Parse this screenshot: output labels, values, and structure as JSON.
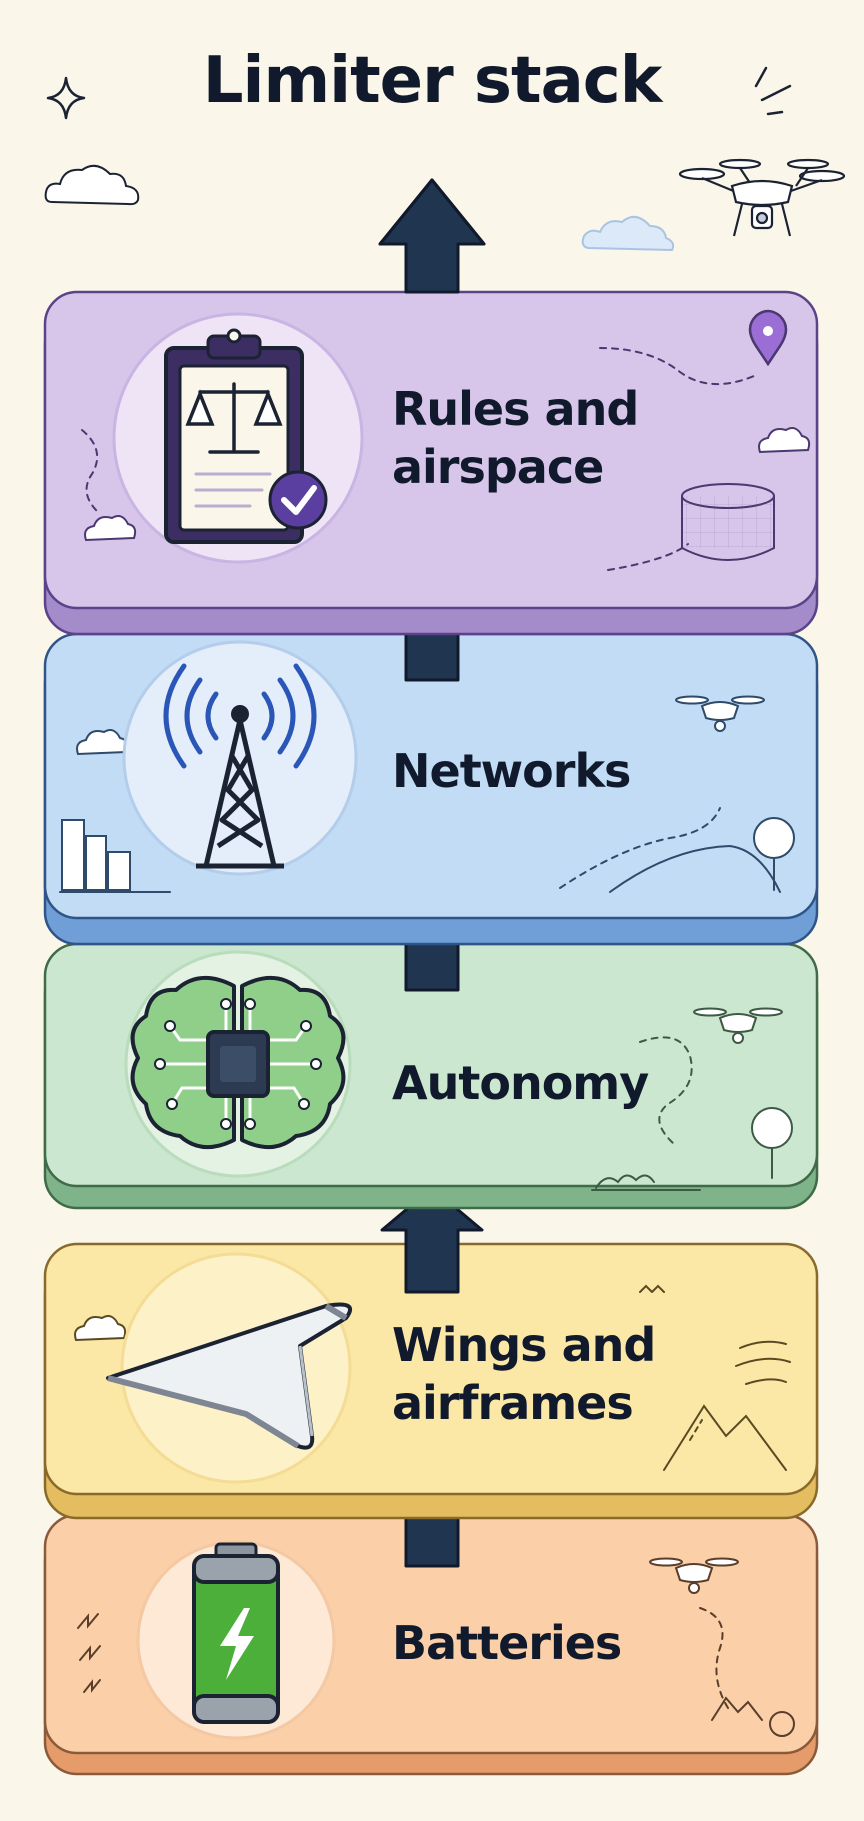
{
  "title": "Limiter stack",
  "layers": [
    {
      "label": "Rules and\nairspace",
      "icon": "clipboard-scales-icon",
      "color": "#d7c6ea",
      "edge": "#a48bc9"
    },
    {
      "label": "Networks",
      "icon": "radio-tower-icon",
      "color": "#c2dcf5",
      "edge": "#6f9fd6"
    },
    {
      "label": "Autonomy",
      "icon": "brain-chip-icon",
      "color": "#cbe7cf",
      "edge": "#7fb48b"
    },
    {
      "label": "Wings and\nairframes",
      "icon": "wing-icon",
      "color": "#fbe7a6",
      "edge": "#e3bd5f"
    },
    {
      "label": "Batteries",
      "icon": "battery-icon",
      "color": "#fbd0a8",
      "edge": "#e59c6a"
    }
  ],
  "colors": {
    "arrow": "#1f3550",
    "outline": "#1b2333"
  }
}
